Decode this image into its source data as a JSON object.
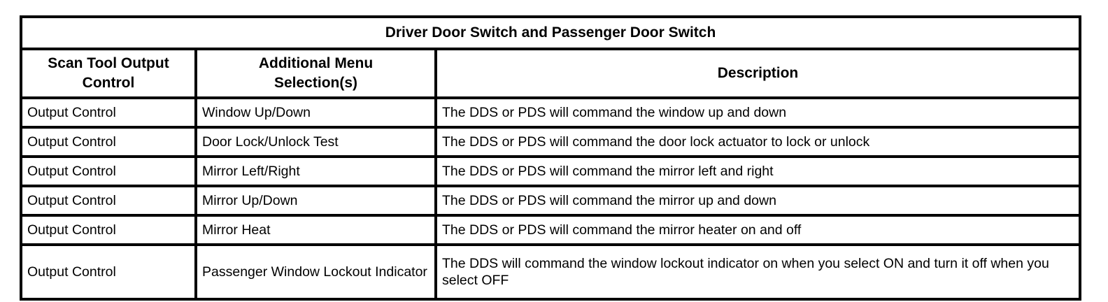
{
  "table": {
    "title": "Driver Door Switch and Passenger Door Switch",
    "headers": [
      "Scan Tool Output\nControl",
      "Additional Menu\nSelection(s)",
      "Description"
    ],
    "rows": [
      [
        "Output Control",
        "Window Up/Down",
        "The DDS or PDS will command the window up and down"
      ],
      [
        "Output Control",
        "Door Lock/Unlock Test",
        "The DDS or PDS will command the door lock actuator to lock or unlock"
      ],
      [
        "Output Control",
        "Mirror Left/Right",
        "The DDS or PDS will command the mirror left and right"
      ],
      [
        "Output Control",
        "Mirror Up/Down",
        "The DDS or PDS will command the mirror up and down"
      ],
      [
        "Output Control",
        "Mirror Heat",
        "The DDS or PDS will command the mirror heater on and off"
      ],
      [
        "Output Control",
        "Passenger Window Lockout Indicator",
        "The DDS will command the window lockout indicator on when you select ON and turn it off when you select OFF"
      ]
    ],
    "colors": {
      "border": "#000000",
      "background": "#ffffff",
      "text": "#000000"
    }
  }
}
